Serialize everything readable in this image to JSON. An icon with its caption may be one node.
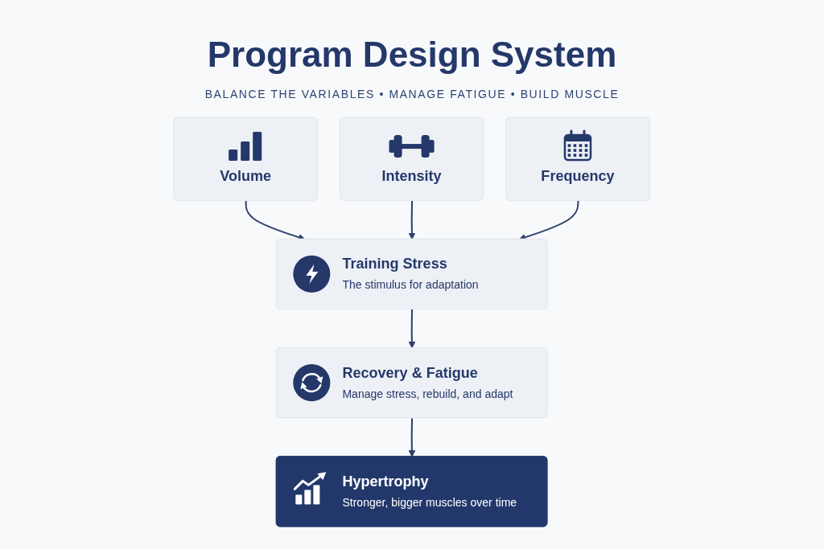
{
  "diagram": {
    "title": "Program Design System",
    "nodes": [
      {
        "text": [
          "Volume"
        ]
      },
      {
        "text": [
          "Intensity"
        ]
      },
      {
        "text": [
          "Frequency"
        ]
      },
      {
        "text": [
          "Training Stress",
          "The stimulus for adaptation"
        ]
      },
      {
        "text": [
          "Recovery & Fatigue",
          "Manage stress, rebuild, and adapt"
        ]
      },
      {
        "text": [
          "Hypertrophy",
          "Stronger, bigger muscles over time"
        ]
      }
    ],
    "edges": [
      {
        "from": 0,
        "to": 3,
        "arrow": "to"
      },
      {
        "from": 1,
        "to": 3,
        "arrow": "to"
      },
      {
        "from": 2,
        "to": 3,
        "arrow": "to"
      },
      {
        "from": 3,
        "to": 4,
        "arrow": "to"
      },
      {
        "from": 4,
        "to": 5,
        "arrow": "to"
      }
    ],
    "labels": [
      "BALANCE THE VARIABLES • MANAGE FATIGUE • BUILD MUSCLE"
    ]
  }
}
